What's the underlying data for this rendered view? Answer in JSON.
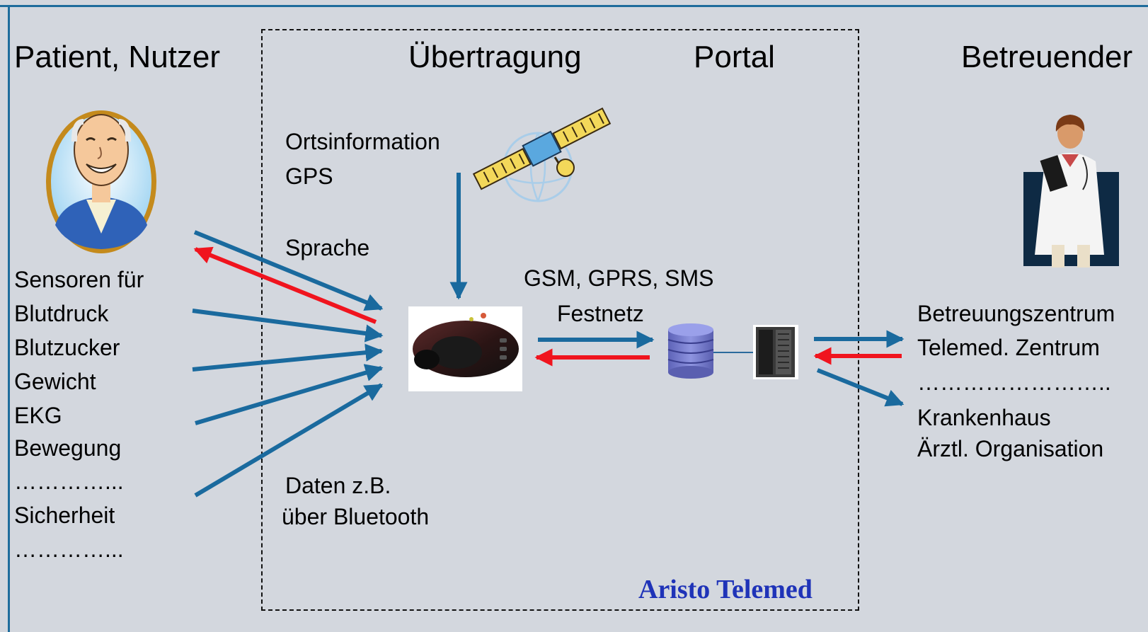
{
  "headers": {
    "patient": "Patient, Nutzer",
    "transmission": "Übertragung",
    "portal": "Portal",
    "caregiver": "Betreuender"
  },
  "patient_list": [
    "Sensoren für",
    "Blutdruck",
    "Blutzucker",
    "Gewicht",
    "EKG",
    "Bewegung",
    "…………...",
    "Sicherheit",
    "…………..."
  ],
  "transmission_labels": {
    "location_line1": "Ortsinformation",
    "location_line2": "GPS",
    "speech": "Sprache",
    "network_line1": "GSM, GPRS, SMS",
    "network_line2": "Festnetz",
    "data_line1": "Daten z.B.",
    "data_line2": "über Bluetooth"
  },
  "caregiver_list": [
    "Betreuungszentrum",
    "Telemed. Zentrum",
    "……………………..",
    "Krankenhaus",
    "Ärztl. Organisation"
  ],
  "brand": "Aristo Telemed",
  "colors": {
    "frame": "#1e6c9c",
    "arrow_blue": "#1a6a9e",
    "arrow_red": "#f0141e",
    "background": "#d3d7de",
    "brand": "#1f33b8"
  },
  "icons": [
    "patient-portrait-icon",
    "satellite-icon",
    "telemed-device-icon",
    "database-icon",
    "server-icon",
    "doctor-icon"
  ]
}
